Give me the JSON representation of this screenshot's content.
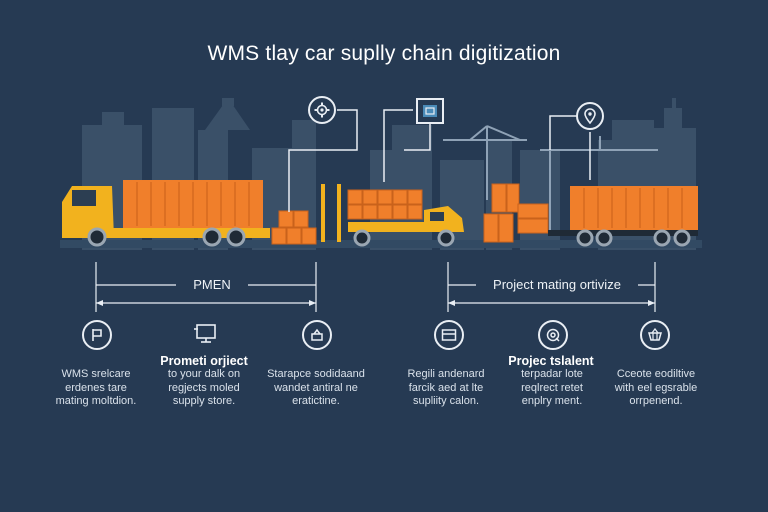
{
  "title": "WMS tlay car suplly chain digitization",
  "ranges": {
    "left_label": "PMEN",
    "right_label": "Project mating ortivize"
  },
  "top_icons": [
    "gear-icon",
    "warehouse-icon",
    "location-pin-icon"
  ],
  "steps": [
    {
      "icon": "flag-icon",
      "title": "",
      "text": "WMS srelcare\nerdenes tare\nmating moltdion."
    },
    {
      "icon": "monitor-icon",
      "title": "Prometi orjiect",
      "text": "to your dalk on\nregjects moled\nsupply store."
    },
    {
      "icon": "box-icon",
      "title": "",
      "text": "Starapce sodidaand\nwandet antiral ne\neratictine."
    },
    {
      "icon": "inbox-icon",
      "title": "",
      "text": "Regili andenard\nfarcik aed at lte\nsupliity calon."
    },
    {
      "icon": "target-icon",
      "title": "Projec tslalent",
      "text": "terpadar lote\nreqlrect retet\nenplry ment."
    },
    {
      "icon": "basket-icon",
      "title": "",
      "text": "Cceote eodiltive\nwith eel egsrable\norrpenend."
    }
  ],
  "colors": {
    "background": "#263a53",
    "city": "#3a5068",
    "container": "#f07f2b",
    "truck": "#f2b21e",
    "line": "#e9eef4"
  }
}
